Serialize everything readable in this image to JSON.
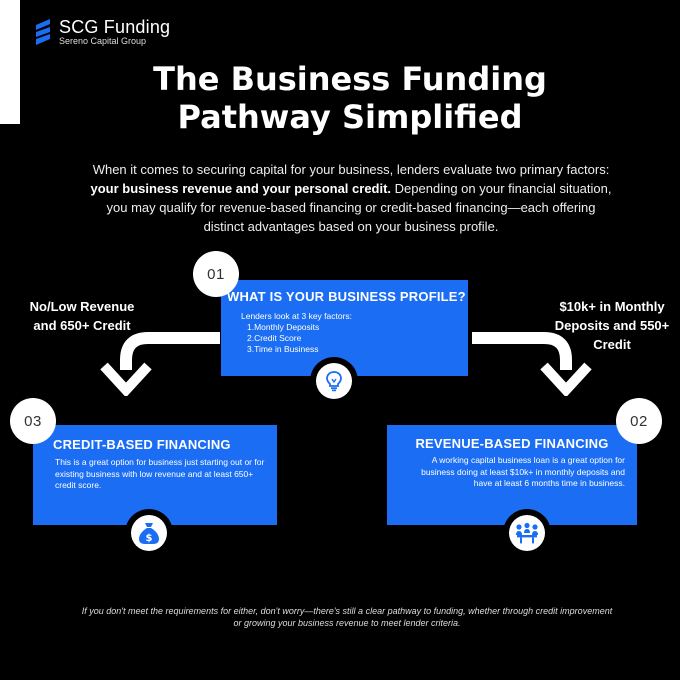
{
  "brand": {
    "name": "SCG Funding",
    "subtitle": "Sereno Capital Group",
    "accent": "#1b6ef3"
  },
  "title": {
    "line1": "The Business Funding",
    "line2": "Pathway Simplified"
  },
  "intro": {
    "part1": "When it comes to securing capital for your business, lenders evaluate two primary factors: ",
    "bold": "your business revenue and your personal credit.",
    "part2": " Depending on your financial situation, you may qualify for revenue-based financing or credit-based financing—each offering distinct advantages based on your business profile."
  },
  "steps": {
    "profile": {
      "number": "01",
      "title": "WHAT IS YOUR BUSINESS PROFILE?",
      "lead": "Lenders look at 3 key factors:",
      "factors": [
        "1.Monthly Deposits",
        "2.Credit Score",
        "3.Time in Business"
      ],
      "icon": "lightbulb-icon"
    },
    "credit": {
      "number": "03",
      "title": "CREDIT-BASED FINANCING",
      "text": "This is a great option for business just starting out or for existing business with low revenue and at least 650+ credit score.",
      "icon": "money-bag-icon"
    },
    "revenue": {
      "number": "02",
      "title": "REVENUE-BASED FINANCING",
      "text": "A working capital business loan is a great option for business doing at least $10k+ in monthly deposits and have at least 6 months time in business.",
      "icon": "meeting-table-icon"
    }
  },
  "paths": {
    "left": "No/Low Revenue and 650+ Credit",
    "right": "$10k+ in Monthly Deposits and 550+ Credit"
  },
  "footer": "If you don't meet the requirements for either, don't worry—there's still a clear pathway to funding, whether through credit improvement or growing your business revenue to meet lender criteria."
}
